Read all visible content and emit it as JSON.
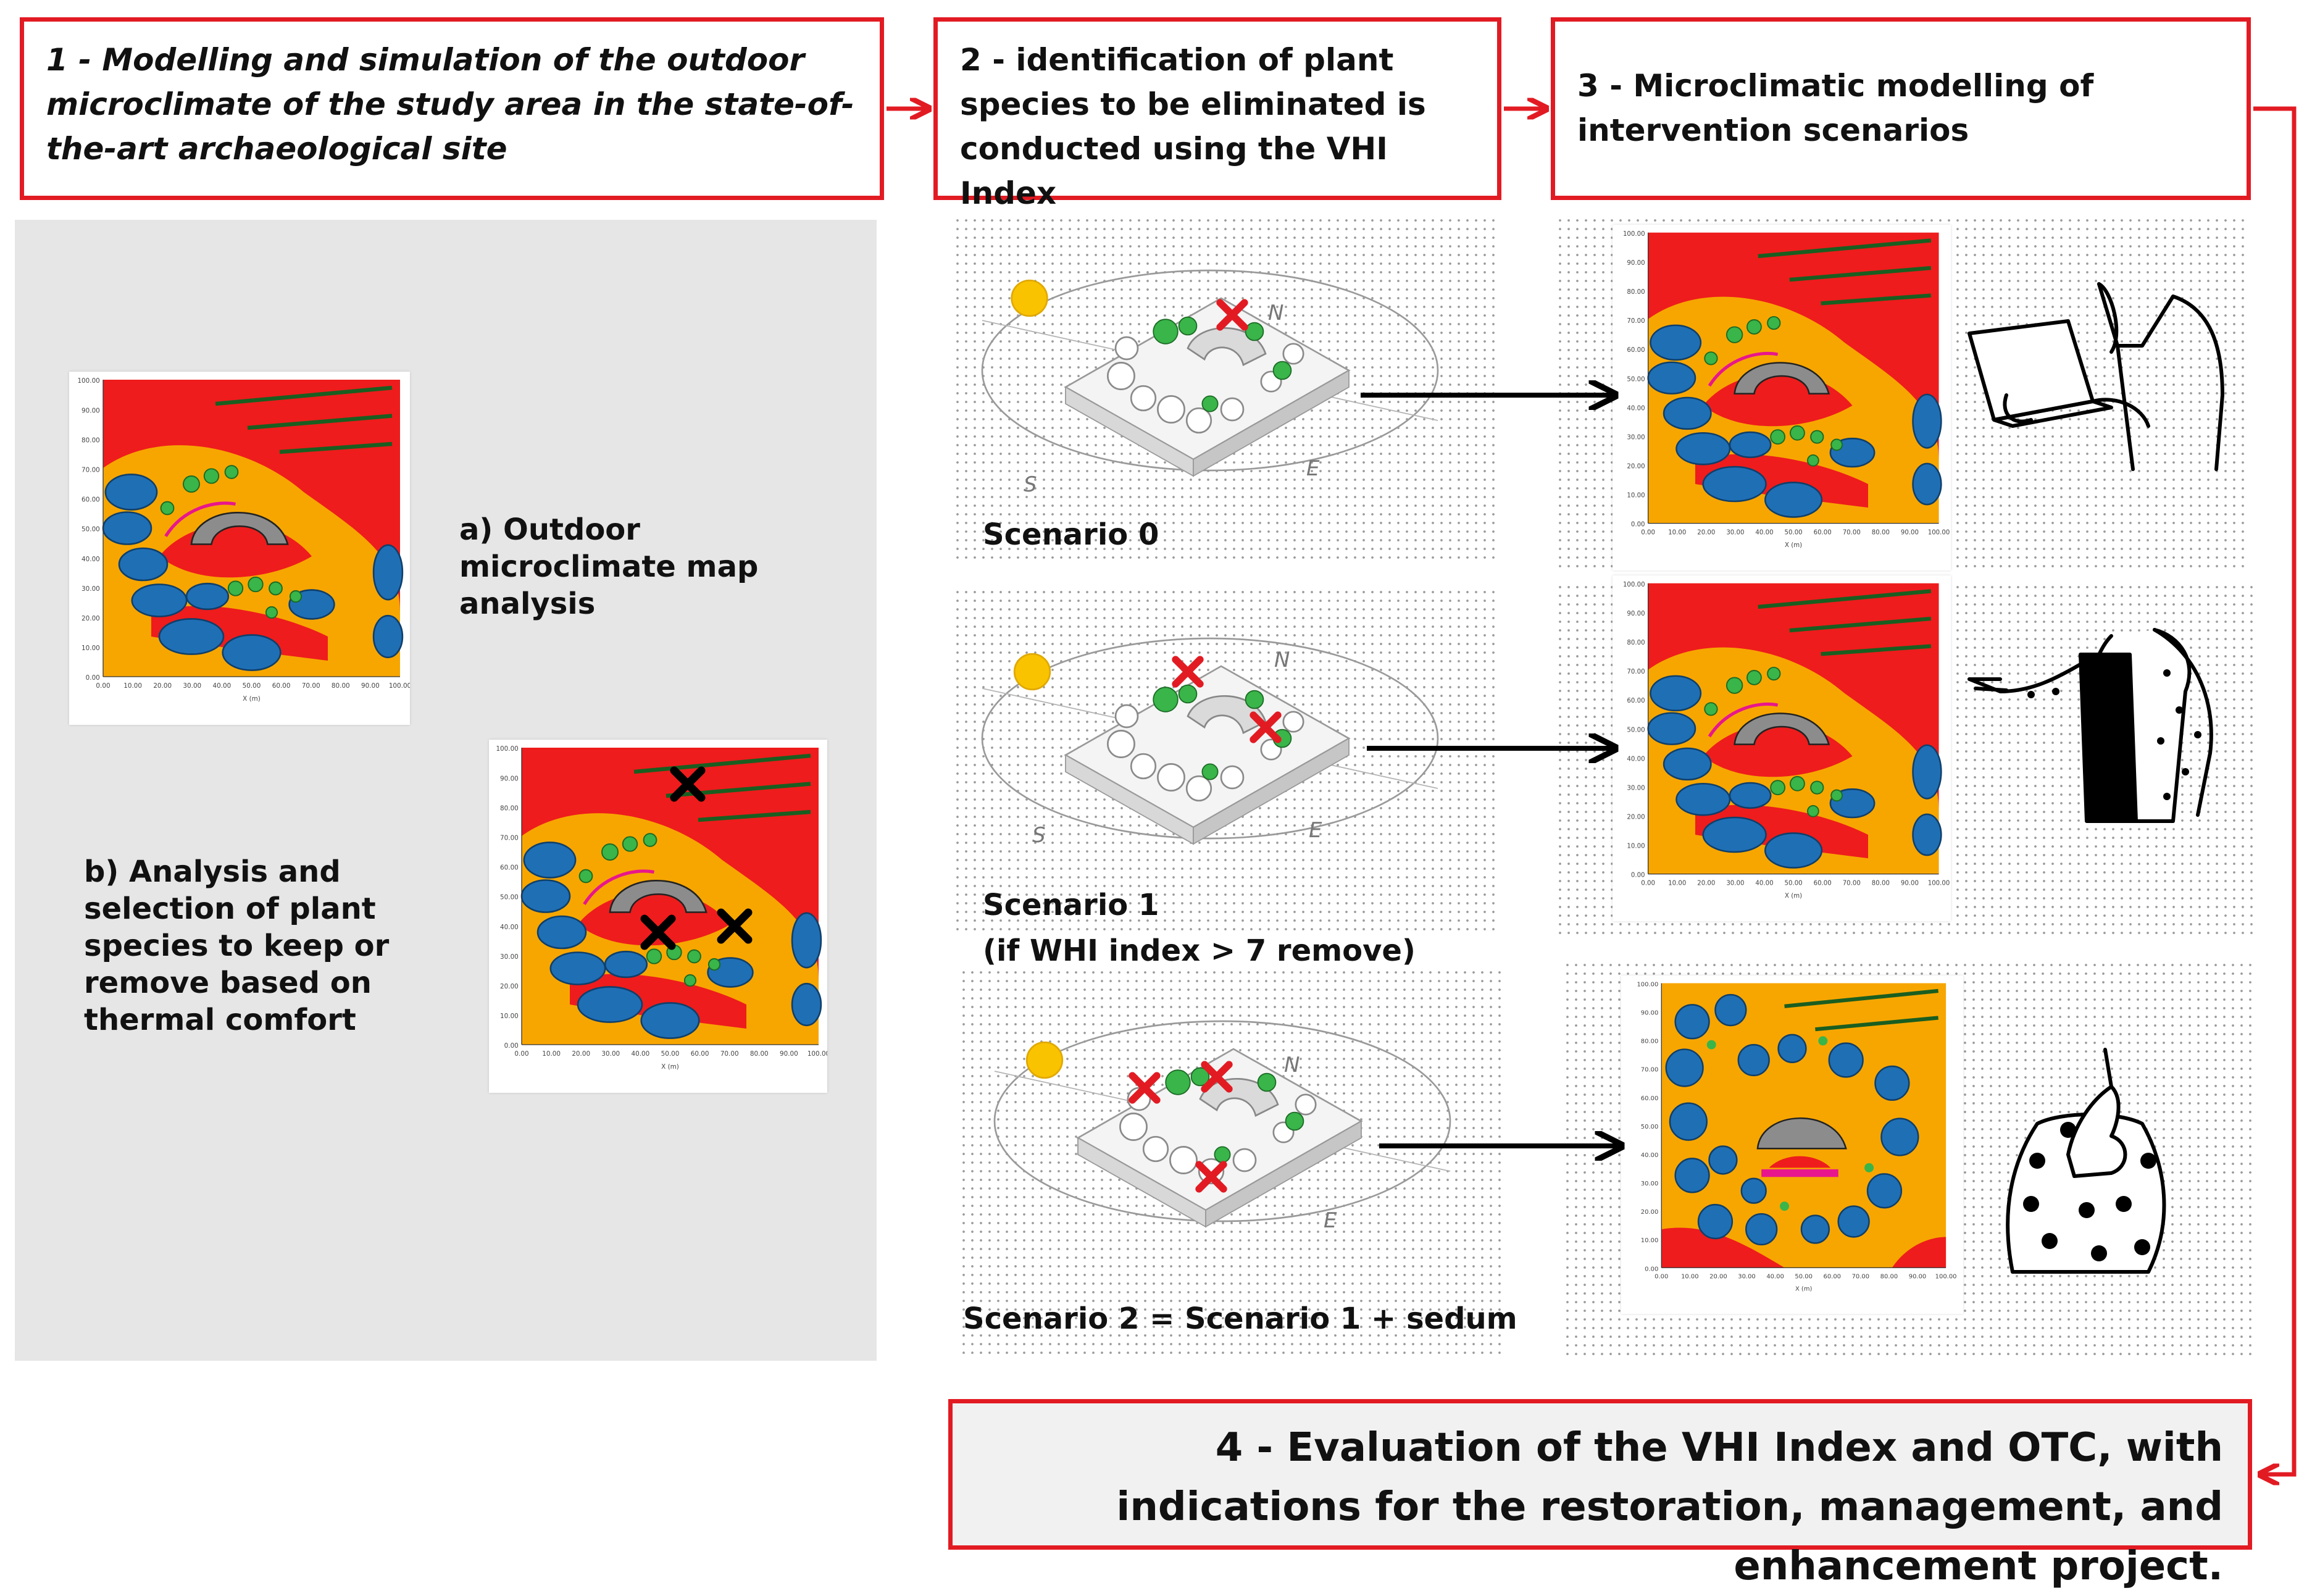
{
  "steps": {
    "step1": "1 - Modelling and simulation of the outdoor microclimate of the study area in the state-of-the-art archaeological site",
    "step2": "2 - identification of plant species to be eliminated is conducted using the VHI Index",
    "step3": "3 - Microclimatic modelling of intervention scenarios",
    "step4": "4 - Evaluation of the VHI Index and OTC, with indications for the restoration, management, and enhancement project."
  },
  "analysis": {
    "a": "a) Outdoor microclimate map analysis",
    "b": "b) Analysis and selection of plant species to keep or remove based on thermal comfort"
  },
  "scenarios": [
    {
      "label": "Scenario 0"
    },
    {
      "label": "Scenario 1",
      "sublabel": "(if WHI index > 7 remove)"
    },
    {
      "label": "Scenario 2 = Scenario 1 + sedum"
    }
  ],
  "compass": [
    "N",
    "E",
    "S"
  ],
  "map": {
    "xaxis_title": "X (m)",
    "xticks": [
      "0.00",
      "10.00",
      "20.00",
      "30.00",
      "40.00",
      "50.00",
      "60.00",
      "70.00",
      "80.00",
      "90.00",
      "100.00"
    ],
    "yticks": [
      "100.00",
      "90.00",
      "80.00",
      "70.00",
      "60.00",
      "50.00",
      "40.00",
      "30.00",
      "20.00",
      "10.00",
      "0.00"
    ]
  },
  "colors": {
    "accent_red": "#e21b23",
    "map_hot": "#ee1c1c",
    "map_warm": "#f7a600",
    "map_water": "#1f6fb5",
    "map_vegetation": "#39b54a",
    "map_building": "#8c8c8c",
    "panel_grey": "#e6e6e6"
  }
}
